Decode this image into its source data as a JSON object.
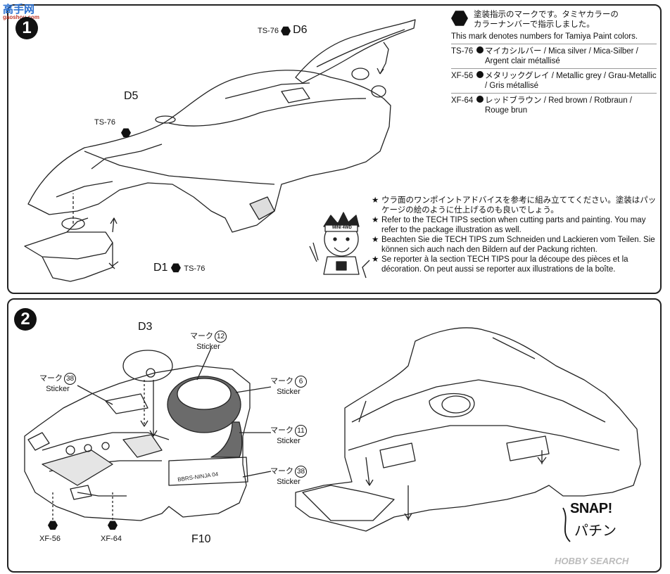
{
  "watermark_top": {
    "site": "高手网",
    "url": "gaoshou.com"
  },
  "step1": {
    "number": "1",
    "parts": {
      "d6": {
        "code": "TS-76",
        "part": "D6"
      },
      "d5": {
        "part": "D5",
        "code": "TS-76"
      },
      "d1": {
        "part": "D1",
        "code": "TS-76"
      }
    },
    "legend": {
      "jp_line1": "塗装指示のマークです。タミヤカラーの",
      "jp_line2": "カラーナンバーで指示しました。",
      "en": "This mark denotes numbers for Tamiya Paint colors.",
      "colors": [
        {
          "code": "TS-76",
          "text1": "マイカシルバー / Mica silver / Mica-Silber /",
          "text2": "Argent clair métallisé"
        },
        {
          "code": "XF-56",
          "text1": "メタリックグレイ / Metallic grey / Grau-Metallic",
          "text2": "/ Gris métallisé"
        },
        {
          "code": "XF-64",
          "text1": "レッドブラウン / Red brown / Rotbraun /",
          "text2": "Rouge brun"
        }
      ]
    },
    "tips": [
      {
        "star": "★",
        "text": "ウラ面のワンポイントアドバイスを参考に組み立ててください。塗装はパッケージの絵のように仕上げるのも良いでしょう。"
      },
      {
        "star": "★",
        "text": "Refer to the TECH TIPS section when cutting parts and painting. You may refer to the package illustration as well."
      },
      {
        "star": "★",
        "text": "Beachten Sie die TECH TIPS zum Schneiden und Lackieren vom Teilen. Sie können sich auch nach den Bildern auf der Packung richten."
      },
      {
        "star": "★",
        "text": "Se reporter à la section TECH TIPS pour la découpe des pièces et la décoration. On peut aussi se reporter aux illustrations de la boîte."
      }
    ],
    "mascot_headband": "MINI 4WD"
  },
  "step2": {
    "number": "2",
    "d3": "D3",
    "f10": "F10",
    "paint_left": "XF-56",
    "paint_right": "XF-64",
    "decal_text": "BBRS-NINJA 04",
    "stickers": [
      {
        "jp": "マーク",
        "en": "Sticker",
        "num": "12"
      },
      {
        "jp": "マーク",
        "en": "Sticker",
        "num": "38"
      },
      {
        "jp": "マーク",
        "en": "Sticker",
        "num": "6"
      },
      {
        "jp": "マーク",
        "en": "Sticker",
        "num": "11"
      },
      {
        "jp": "マーク",
        "en": "Sticker",
        "num": "38"
      }
    ],
    "snap_en": "SNAP!",
    "snap_jp": "パチン"
  },
  "watermark_bottom": {
    "text": "HOBBY SEARCH"
  }
}
